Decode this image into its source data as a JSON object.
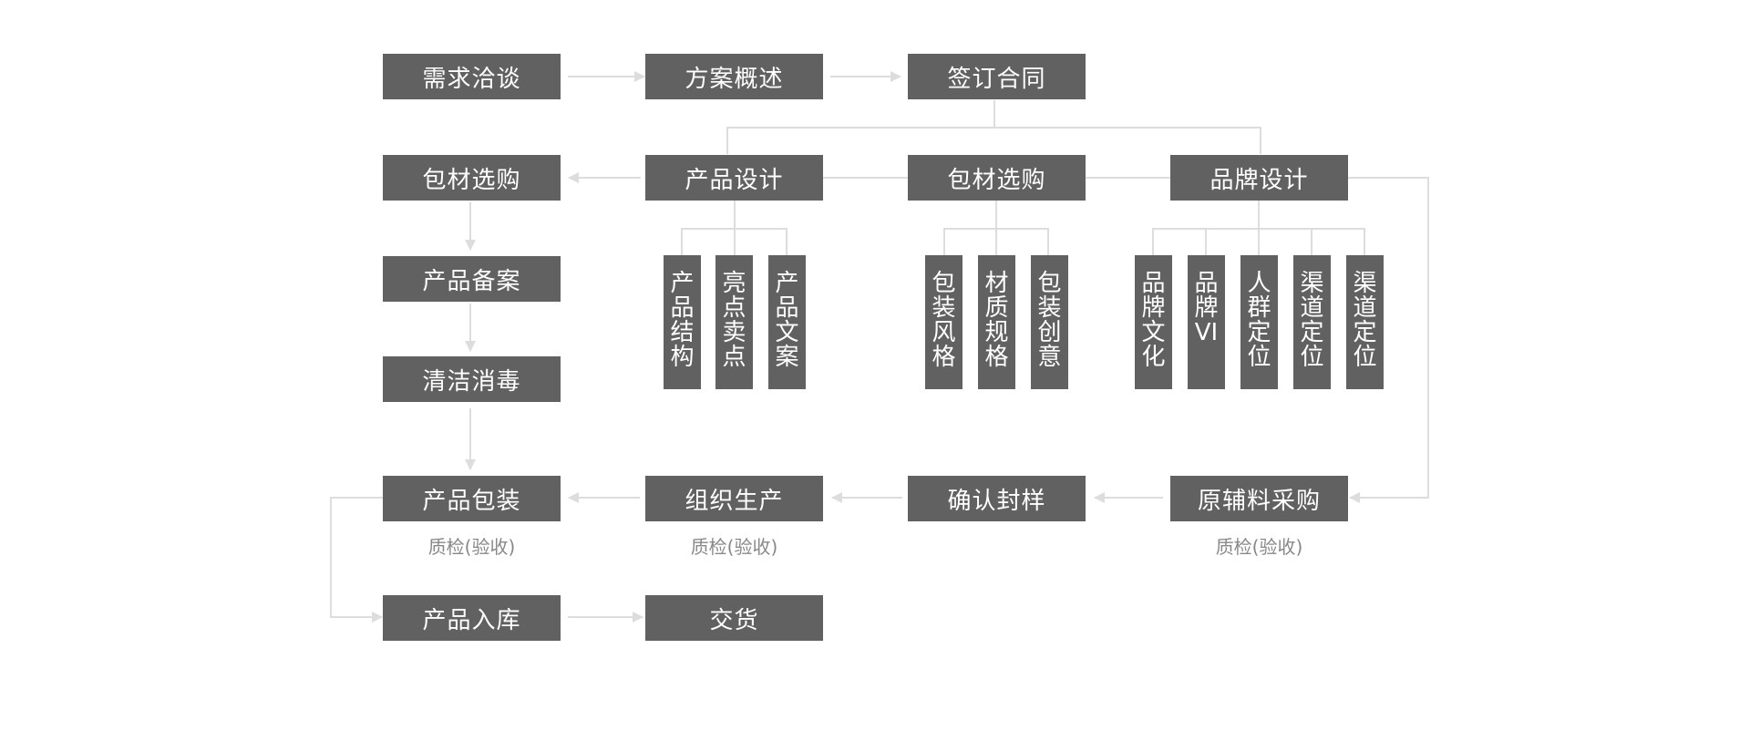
{
  "colors": {
    "box_fill": "#616161",
    "box_text": "#ffffff",
    "connector": "#dddddd",
    "note_text": "#888888"
  },
  "nodes": {
    "demand_talk": "需求洽谈",
    "plan_overview": "方案概述",
    "sign_contract": "签订合同",
    "packaging_purchase_left": "包材选购",
    "product_design": "产品设计",
    "packaging_purchase_mid": "包材选购",
    "brand_design": "品牌设计",
    "product_filing": "产品备案",
    "clean_disinfect": "清洁消毒",
    "product_packing": "产品包装",
    "organize_production": "组织生产",
    "confirm_sample": "确认封样",
    "raw_material_purchase": "原辅料采购",
    "product_storage": "产品入库",
    "delivery": "交货"
  },
  "subnodes": {
    "product_design": [
      "产品结构",
      "亮点卖点",
      "产品文案"
    ],
    "packaging": [
      "包装风格",
      "材质规格",
      "包装创意"
    ],
    "brand": [
      "品牌文化",
      "品牌VI",
      "人群定位",
      "渠道定位",
      "渠道定位"
    ]
  },
  "notes": {
    "qc_packing": "质检(验收)",
    "qc_production": "质检(验收)",
    "qc_raw_material": "质检(验收)"
  }
}
